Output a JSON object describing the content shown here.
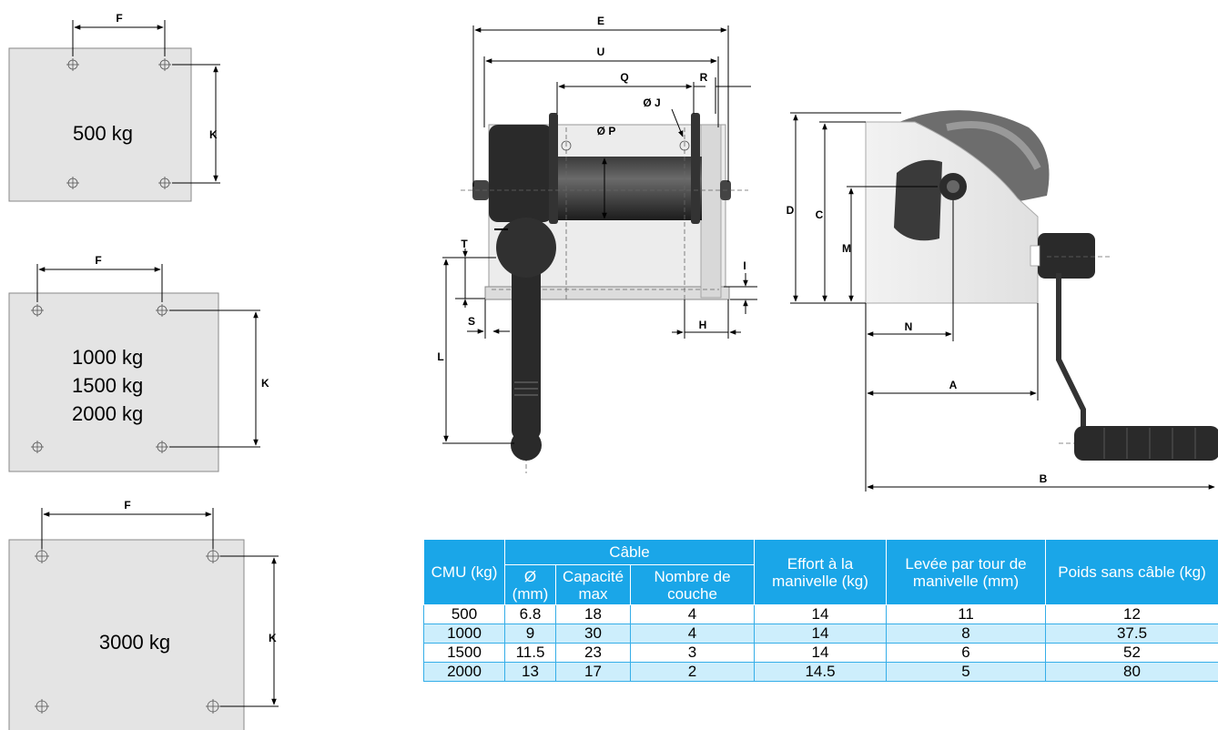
{
  "plates": [
    {
      "label": "500 kg",
      "dim_f": "F",
      "dim_k": "K"
    },
    {
      "label_lines": [
        "1000 kg",
        "1500 kg",
        "2000 kg"
      ],
      "dim_f": "F",
      "dim_k": "K"
    },
    {
      "label": "3000 kg",
      "dim_f": "F",
      "dim_k": "K"
    }
  ],
  "front_view": {
    "dims": {
      "e": "E",
      "u": "U",
      "q": "Q",
      "r": "R",
      "j": "Ø J",
      "p": "Ø P",
      "t": "T",
      "l": "L",
      "s": "S",
      "h": "H",
      "i": "I"
    }
  },
  "side_view": {
    "dims": {
      "d": "D",
      "c": "C",
      "m": "M",
      "n": "N",
      "a": "A",
      "b": "B"
    }
  },
  "table": {
    "headers": {
      "cmu": "CMU (kg)",
      "cable": "Câble",
      "diameter": "Ø (mm)",
      "capacity": "Capacité max",
      "layers": "Nombre de couche",
      "effort": "Effort à la manivelle (kg)",
      "lift": "Levée par tour de manivelle (mm)",
      "weight": "Poids sans câble (kg)"
    },
    "rows": [
      {
        "cmu": "500",
        "diameter": "6.8",
        "capacity": "18",
        "layers": "4",
        "effort": "14",
        "lift": "11",
        "weight": "12"
      },
      {
        "cmu": "1000",
        "diameter": "9",
        "capacity": "30",
        "layers": "4",
        "effort": "14",
        "lift": "8",
        "weight": "37.5"
      },
      {
        "cmu": "1500",
        "diameter": "11.5",
        "capacity": "23",
        "layers": "3",
        "effort": "14",
        "lift": "6",
        "weight": "52"
      },
      {
        "cmu": "2000",
        "diameter": "13",
        "capacity": "17",
        "layers": "2",
        "effort": "14.5",
        "lift": "5",
        "weight": "80"
      }
    ]
  }
}
